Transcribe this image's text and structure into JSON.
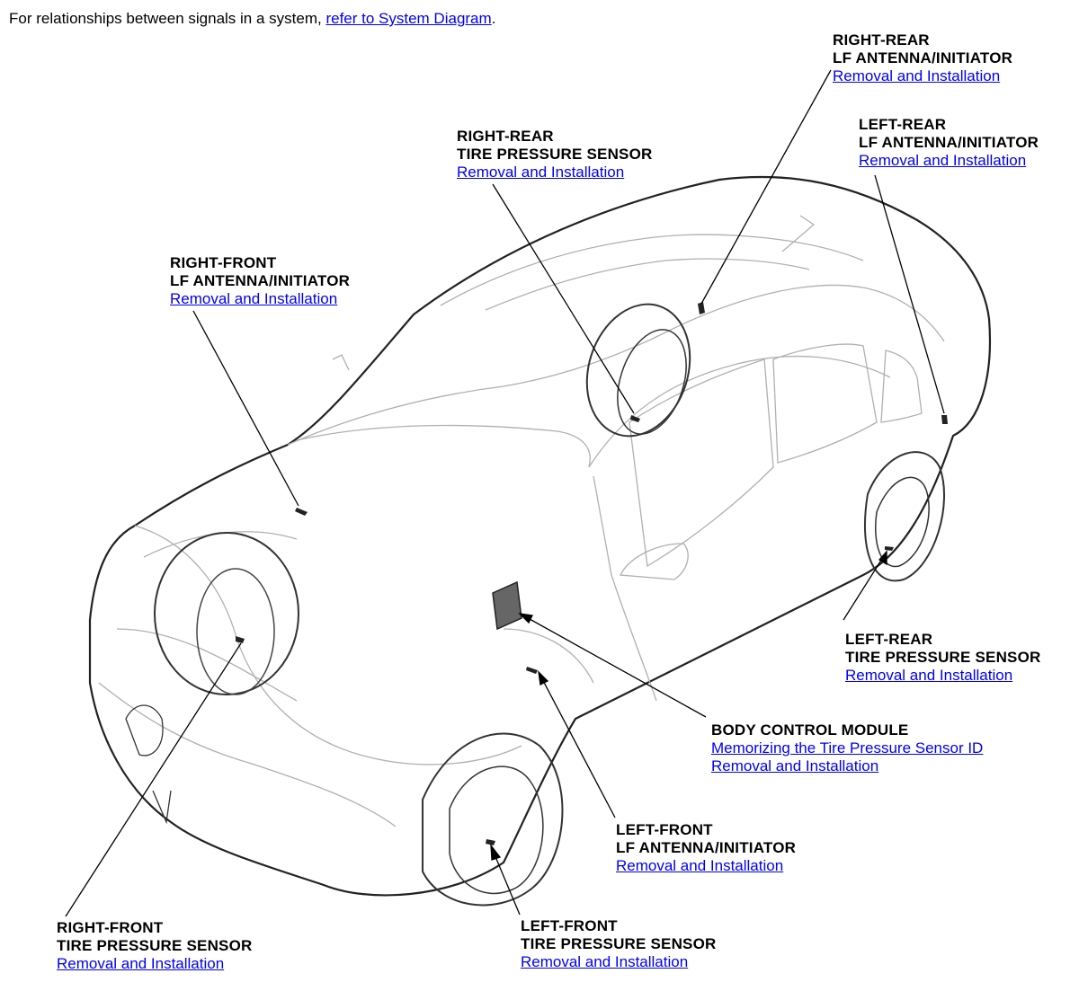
{
  "intro": {
    "text": "For relationships between signals in a system, ",
    "link": "refer to System Diagram",
    "suffix": "."
  },
  "callouts": {
    "rr_antenna": {
      "line1": "RIGHT-REAR",
      "line2": "LF ANTENNA/INITIATOR",
      "link1": "Removal and Installation"
    },
    "lr_antenna": {
      "line1": "LEFT-REAR",
      "line2": "LF ANTENNA/INITIATOR",
      "link1": "Removal and Installation"
    },
    "rr_sensor": {
      "line1": "RIGHT-REAR",
      "line2": "TIRE PRESSURE SENSOR",
      "link1": "Removal and Installation"
    },
    "rf_antenna": {
      "line1": "RIGHT-FRONT",
      "line2": "LF ANTENNA/INITIATOR",
      "link1": "Removal and Installation"
    },
    "lr_sensor": {
      "line1": "LEFT-REAR",
      "line2": "TIRE PRESSURE SENSOR",
      "link1": "Removal and Installation"
    },
    "bcm": {
      "line1": "BODY CONTROL MODULE",
      "link1": "Memorizing the Tire Pressure Sensor ID ",
      "link2": "Removal and Installation"
    },
    "lf_antenna": {
      "line1": "LEFT-FRONT",
      "line2": "LF ANTENNA/INITIATOR",
      "link1": "Removal and Installation"
    },
    "rf_sensor": {
      "line1": "RIGHT-FRONT",
      "line2": "TIRE PRESSURE SENSOR",
      "link1": "Removal and Installation"
    },
    "lf_sensor": {
      "line1": "LEFT-FRONT",
      "line2": "TIRE PRESSURE SENSOR",
      "link1": "Removal and Installation"
    }
  },
  "colors": {
    "link": "#0000ee",
    "line": "#000000",
    "car_outline": "#9a9a9a"
  }
}
